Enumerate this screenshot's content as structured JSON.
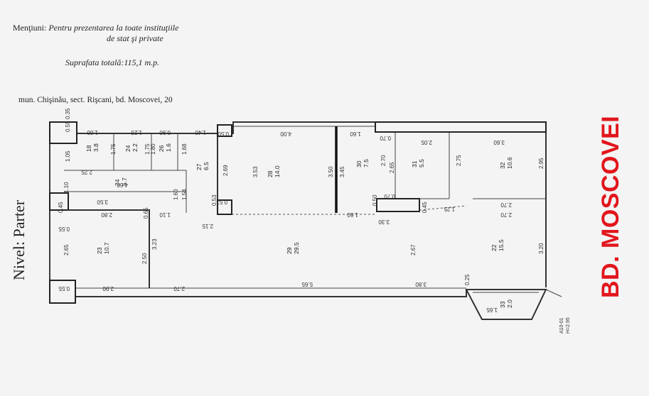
{
  "notes": {
    "mentiuni_label": "Menţiuni:",
    "mentiuni_line1": "Pentru prezentarea la toate instituţiile",
    "mentiuni_line2": "de stat şi private",
    "suprafata": "Suprafata totală:115,1 m.p.",
    "adresa": "mun. Chişinău, sect. Rişcani, bd. Moscovei, 20"
  },
  "nivel": "Nivel: Parter",
  "strada": "BD. MOSCOVEI",
  "rooms": [
    {
      "num": "18",
      "area": "3.8"
    },
    {
      "num": "24",
      "area": "2.2"
    },
    {
      "num": "26",
      "area": "1.6"
    },
    {
      "num": "27",
      "area": "6.5"
    },
    {
      "num": "28",
      "area": "14.0"
    },
    {
      "num": "30",
      "area": "7.5"
    },
    {
      "num": "31",
      "area": "5.5"
    },
    {
      "num": "32",
      "area": "10.6"
    },
    {
      "num": "24",
      "area": "5.7"
    },
    {
      "num": "23",
      "area": "10.7"
    },
    {
      "num": "29",
      "area": "29.5"
    },
    {
      "num": "22",
      "area": "15.5"
    },
    {
      "num": "33",
      "area": "2.0"
    }
  ],
  "dims": {
    "d1": "0.55",
    "d2": "0.35",
    "d3": "1.60",
    "d4": "1.25",
    "d5": "0.90",
    "d6": "1.40",
    "d7": "0.50",
    "d8": "4.00",
    "d9": "1.60",
    "d10": "0.70",
    "d11": "2.05",
    "d12": "3.60",
    "d13": "1.05",
    "d14": "1.75",
    "d15": "1.75",
    "d16": "1.80",
    "d17": "1.68",
    "d18": "2.69",
    "d19": "3.53",
    "d20": "3.50",
    "d21": "3.45",
    "d22": "2.70",
    "d23": "2.65",
    "d24": "2.75",
    "d25": "2.95",
    "d26": "2.25",
    "d27": "4.60",
    "d28": "1.10",
    "d29": "3.50",
    "d30": "1.60",
    "d31": "1.54",
    "d32": "0.53",
    "d33": "0.53",
    "d34": "0.70",
    "d35": "0.50",
    "d36": "0.45",
    "d37": "1.25",
    "d38": "2.70",
    "d39": "2.70",
    "d40": "0.45",
    "d41": "2.80",
    "d42": "0.65",
    "d43": "1.10",
    "d44": "2.15",
    "d45": "1.60",
    "d46": "3.30",
    "d47": "0.55",
    "d48": "2.65",
    "d49": "2.50",
    "d50": "3.23",
    "d51": "2.67",
    "d52": "3.20",
    "d53": "0.55",
    "d54": "2.90",
    "d55": "2.70",
    "d56": "5.65",
    "d57": "3.80",
    "d58": "0.25",
    "d59": "1.65"
  },
  "stamp": {
    "line1": "A10-01",
    "line2": "H=2.95"
  }
}
